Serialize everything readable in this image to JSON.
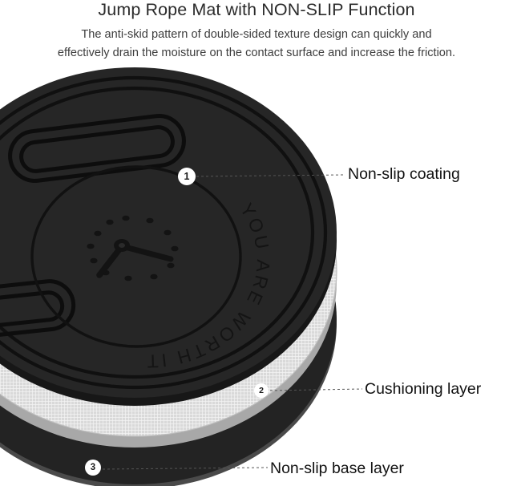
{
  "header": {
    "title": "Jump Rope Mat with NON-SLIP Function",
    "subtitle_line1": "The anti-skid pattern of double-sided texture design can quickly and",
    "subtitle_line2": "effectively drain the moisture on the contact surface and increase the friction."
  },
  "product": {
    "surface_text": "YOU ARE WORTH IT",
    "surface_graphic": "clock-face"
  },
  "callouts": [
    {
      "number": "1",
      "label": "Non-slip coating"
    },
    {
      "number": "2",
      "label": "Cushioning layer"
    },
    {
      "number": "3",
      "label": "Non-slip base layer"
    }
  ],
  "colors": {
    "background": "#ffffff",
    "title_text": "#2b2b2b",
    "subtitle_text": "#3d3d3d",
    "callout_text": "#111111",
    "top_mat_face": "#262626",
    "top_mat_edge": "#171717",
    "groove_line": "#0d0d0d",
    "cushion_layer": "#d2d2d2",
    "cushion_layer_edge": "#a8a8a8",
    "base_layer": "#232323",
    "base_layer_edge": "#4a4a4a",
    "marker_fill": "#ffffff",
    "marker_text": "#1a1a1a",
    "leader_line": "#555555"
  }
}
